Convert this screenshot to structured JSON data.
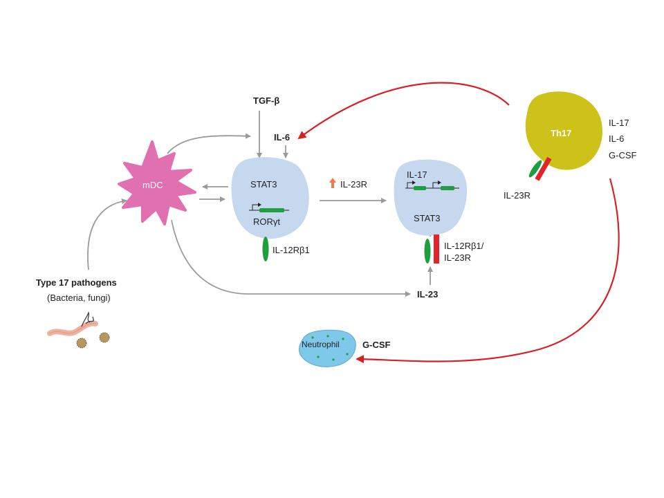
{
  "labels": {
    "tgfb": "TGF-β",
    "il6": "IL-6",
    "il23": "IL-23",
    "mdc": "mDC",
    "stat3_left": "STAT3",
    "rorgt": "RORγt",
    "il12rb1": "IL-12Rβ1",
    "il23r_arrow": "IL-23R",
    "il17_cell": "IL-17",
    "stat3_right": "STAT3",
    "il12rb1_il23r_line1": "IL-12Rβ1/",
    "il12rb1_il23r_line2": "IL-23R",
    "pathogens_title": "Type 17 pathogens",
    "pathogens_subtitle": "(Bacteria, fungi)",
    "th17": "Th17",
    "th17_il23r": "IL-23R",
    "th17_cytokines": [
      "IL-17",
      "IL-6",
      "G-CSF"
    ],
    "neutrophil": "Neutrophil",
    "gcsf": "G-CSF"
  },
  "colors": {
    "cell_blue": "#c6d8ee",
    "mdc_pink": "#e070b0",
    "th17_olive": "#ccc21a",
    "receptor_green": "#1f9e3f",
    "receptor_red": "#e3222a",
    "feedback_red": "#d81f26",
    "arrow_gray": "#9a9a9a",
    "neutrophil_blue": "#7ec9ea",
    "pathogen_worm": "#efb2a0",
    "pathogen_spore": "#b9965e",
    "upregulation": "#f07a4f"
  }
}
